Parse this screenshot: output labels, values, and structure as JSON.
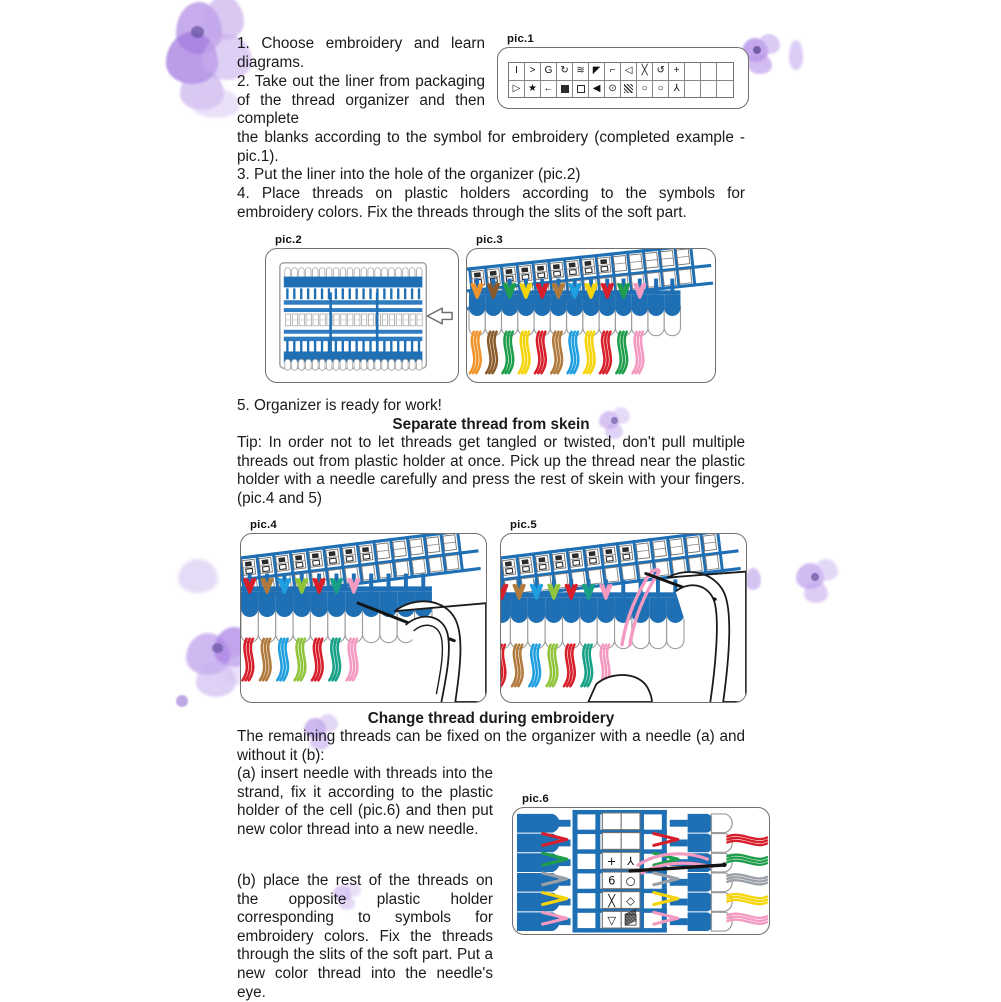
{
  "document": {
    "title": "Thread organizer instruction sheet",
    "background_color": "#ffffff",
    "accent_blue": "#1f6fb5",
    "flower_color": "#b28fe0"
  },
  "body_text": {
    "step1": "1. Choose embroidery and learn diagrams.",
    "step2_wrap": "2. Take out the liner from packaging of the thread organizer and then complete",
    "step2_rest": "the blanks according to the symbol for embroidery (completed example - pic.1).",
    "step3": "3. Put the liner into the hole of the organizer (pic.2)",
    "step4": "4. Place threads on plastic holders according to the symbols for embroidery colors. Fix the threads through the slits of the soft part.",
    "step5": "5. Organizer is ready for work!",
    "heading_separate": "Separate thread from skein",
    "tip": "Tip: In order not to let threads get tangled or twisted, don't pull multiple threads out from plastic holder at once. Pick up the thread near the plastic holder with a needle carefully and press the rest of skein with your fingers. (pic.4 and 5)",
    "heading_change": "Change thread during embroidery",
    "change_intro": "The remaining threads can be fixed on the organizer with a needle (a) and without it (b):",
    "change_a": "(a) insert needle with threads into the strand, fix it according to the plastic holder of the cell (pic.6) and then put new color thread into a new needle.",
    "change_b": "(b) place the rest of the threads on the opposite plastic holder corresponding to symbols for embroidery colors. Fix the threads through the slits of the soft part. Put a new color thread into the needle's eye."
  },
  "figures": {
    "pic1": {
      "caption": "pic.1",
      "description": "completed liner strip with embroidery symbols"
    },
    "pic2": {
      "caption": "pic.2",
      "description": "liner inserted into the hole of the organizer"
    },
    "pic3": {
      "caption": "pic.3",
      "description": "threads placed on plastic holders"
    },
    "pic4": {
      "caption": "pic.4",
      "description": "picking up thread near plastic holder with a needle"
    },
    "pic5": {
      "caption": "pic.5",
      "description": "pressing the rest of skein with fingers"
    },
    "pic6": {
      "caption": "pic.6",
      "description": "fixing remaining threads into the cell with a needle"
    }
  },
  "pic1_symbols": {
    "top_row": [
      "I",
      ">",
      "G",
      "↻",
      "≋",
      "◤",
      "⌐",
      "◁",
      "╳",
      "↺",
      "+",
      "",
      "",
      ""
    ],
    "bottom_row": [
      "▷",
      "★",
      "←",
      "sq-f",
      "sq-o",
      "◀",
      "⊙",
      "hatch",
      "○",
      "○",
      "⅄",
      "",
      "",
      ""
    ]
  },
  "pic6_symbols": [
    [
      "",
      ""
    ],
    [
      "",
      ""
    ],
    [
      "+",
      "⅄"
    ],
    [
      "6",
      "○"
    ],
    [
      "╳",
      "◇"
    ],
    [
      "▽",
      "hatch"
    ]
  ],
  "thread_colors": {
    "pic3": [
      "#f0932b",
      "#8b5a2b",
      "#1e9e4a",
      "#f5d50a",
      "#d81e2b",
      "#b07a3c",
      "#1f9fe0",
      "#f5d50a",
      "#d81e2b",
      "#1e9e4a",
      "#f49ac1"
    ],
    "pic4": [
      "#d81e2b",
      "#b07a3c",
      "#1f9fe0",
      "#8fc43b",
      "#d81e2b",
      "#16a085",
      "#f49ac1"
    ],
    "pic6": [
      "#d81e2b",
      "#1e9e4a",
      "#9aa0a6",
      "#f5d50a",
      "#f49ac1"
    ]
  }
}
